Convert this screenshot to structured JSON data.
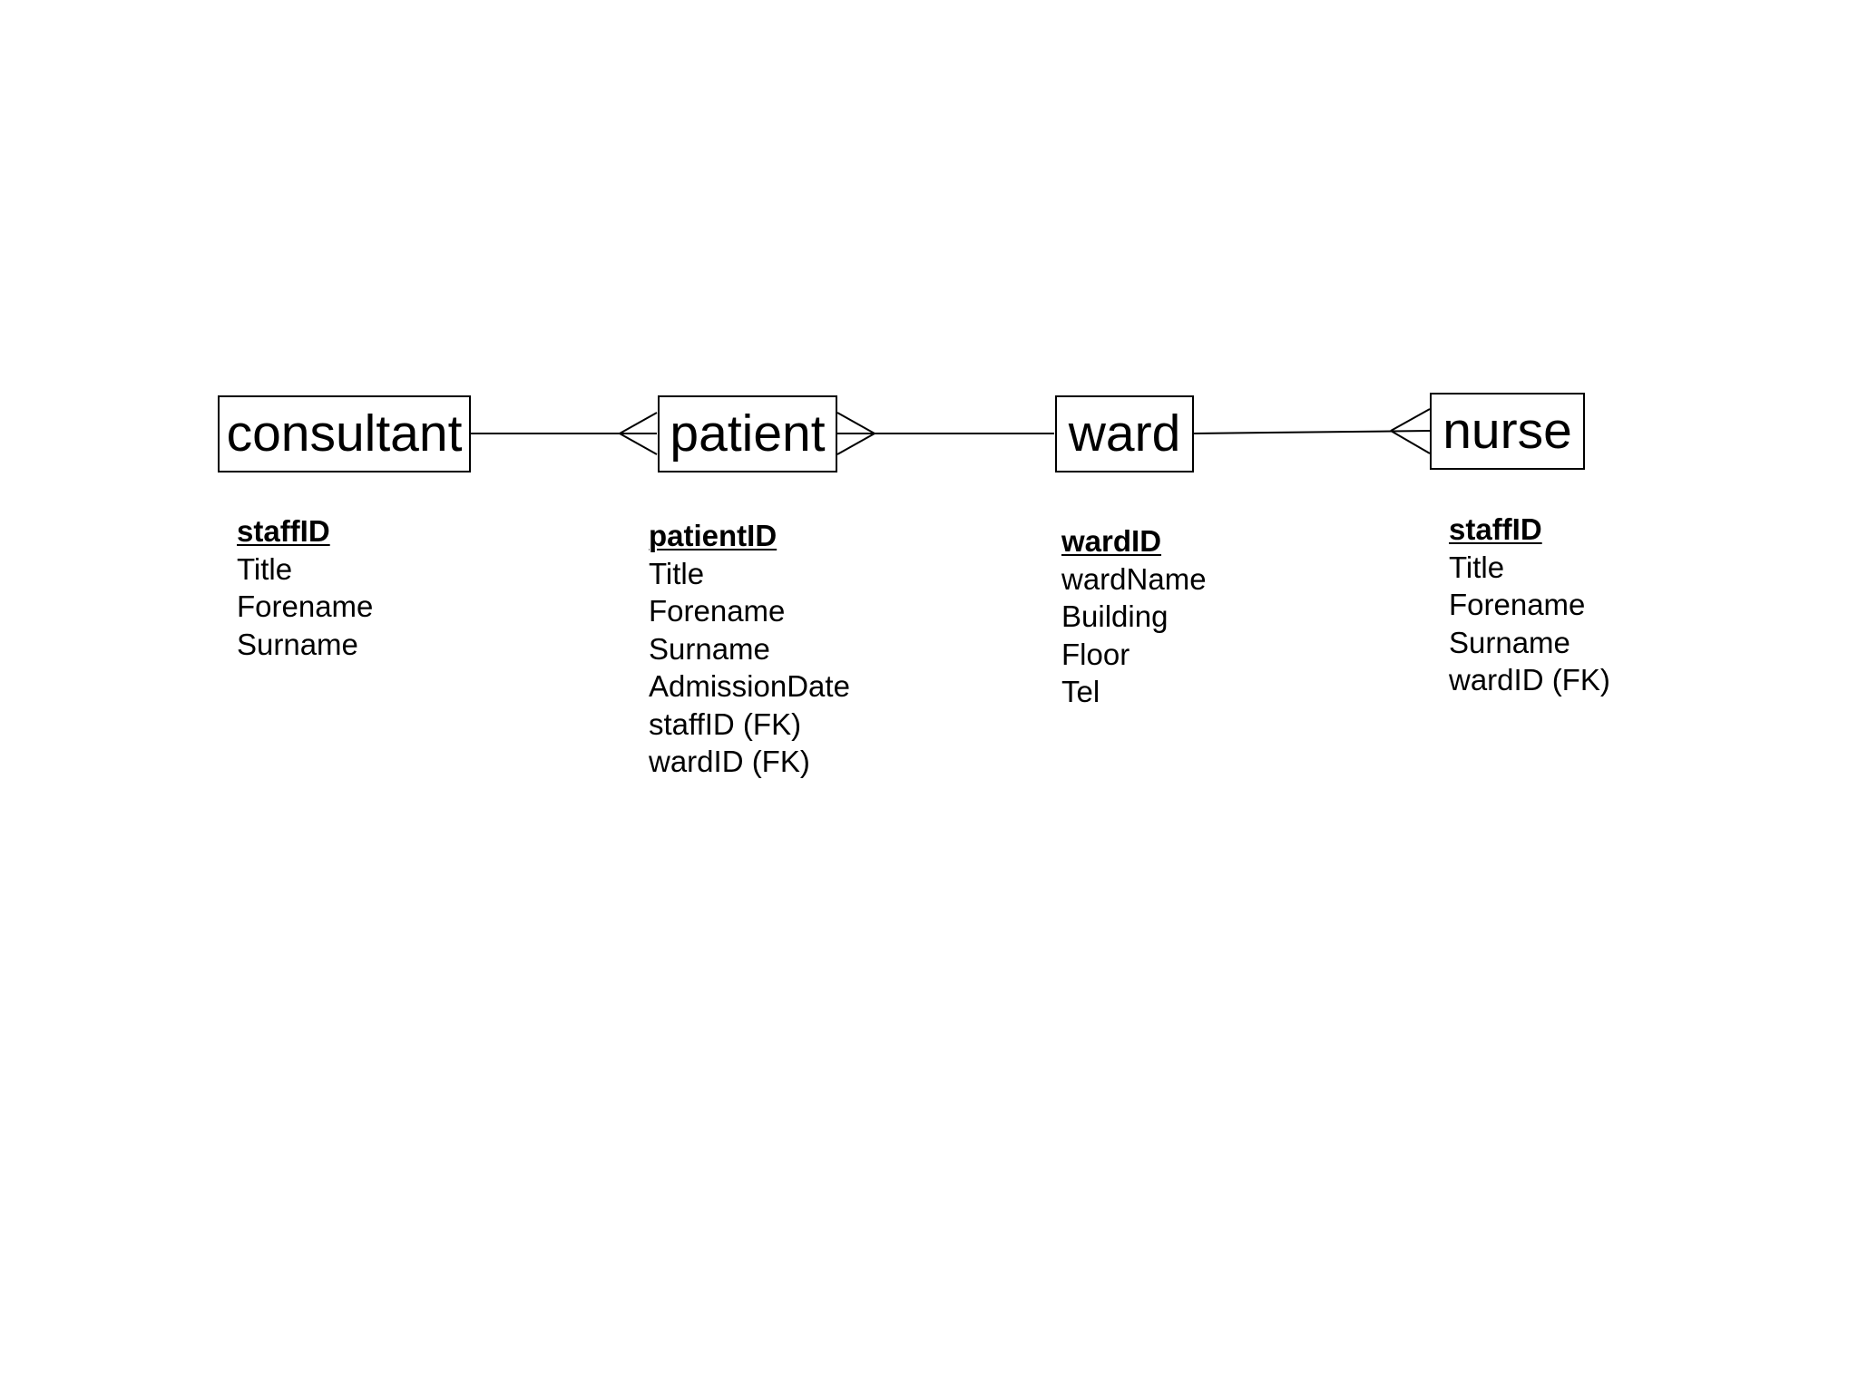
{
  "entities": {
    "consultant": {
      "name": "consultant",
      "primary_key": "staffID",
      "attributes": [
        "Title",
        "Forename",
        "Surname"
      ]
    },
    "patient": {
      "name": "patient",
      "primary_key": "patientID",
      "attributes": [
        "Title",
        "Forename",
        "Surname",
        "AdmissionDate",
        "staffID (FK)",
        "wardID (FK)"
      ]
    },
    "ward": {
      "name": "ward",
      "primary_key": "wardID",
      "attributes": [
        "wardName",
        "Building",
        "Floor",
        "Tel"
      ]
    },
    "nurse": {
      "name": "nurse",
      "primary_key": "staffID",
      "attributes": [
        "Title",
        "Forename",
        "Surname",
        "wardID (FK)"
      ]
    }
  },
  "relationships": [
    {
      "from": "consultant",
      "to": "patient",
      "from_cardinality": "one",
      "to_cardinality": "many"
    },
    {
      "from": "patient",
      "to": "ward",
      "from_cardinality": "many",
      "to_cardinality": "one"
    },
    {
      "from": "ward",
      "to": "nurse",
      "from_cardinality": "one",
      "to_cardinality": "many"
    }
  ],
  "colors": {
    "line": "#000000",
    "background": "#ffffff"
  }
}
